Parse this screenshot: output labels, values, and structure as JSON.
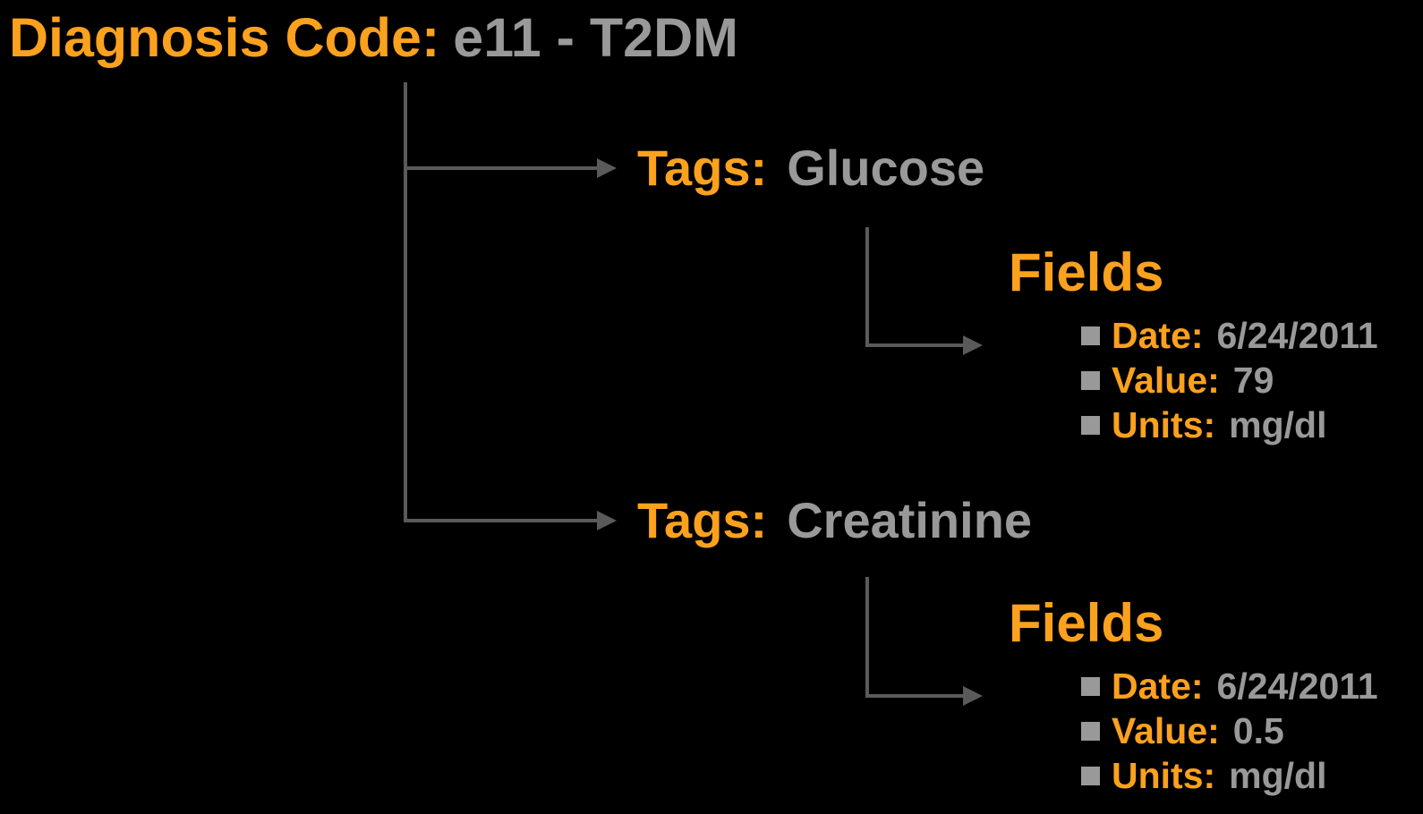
{
  "diagram": {
    "title": {
      "label": "Diagnosis Code:",
      "value": "e11 - T2DM"
    },
    "tags": [
      {
        "label": "Tags:",
        "value": "Glucose",
        "fields_title": "Fields",
        "fields": [
          {
            "label": "Date:",
            "value": "6/24/2011"
          },
          {
            "label": "Value:",
            "value": "79"
          },
          {
            "label": "Units:",
            "value": "mg/dl"
          }
        ]
      },
      {
        "label": "Tags:",
        "value": "Creatinine",
        "fields_title": "Fields",
        "fields": [
          {
            "label": "Date:",
            "value": "6/24/2011"
          },
          {
            "label": "Value:",
            "value": "0.5"
          },
          {
            "label": "Units:",
            "value": "mg/dl"
          }
        ]
      }
    ],
    "colors": {
      "orange": "#FAA11E",
      "gray": "#999999",
      "line": "#5A5A5A",
      "bg": "#000000"
    }
  }
}
